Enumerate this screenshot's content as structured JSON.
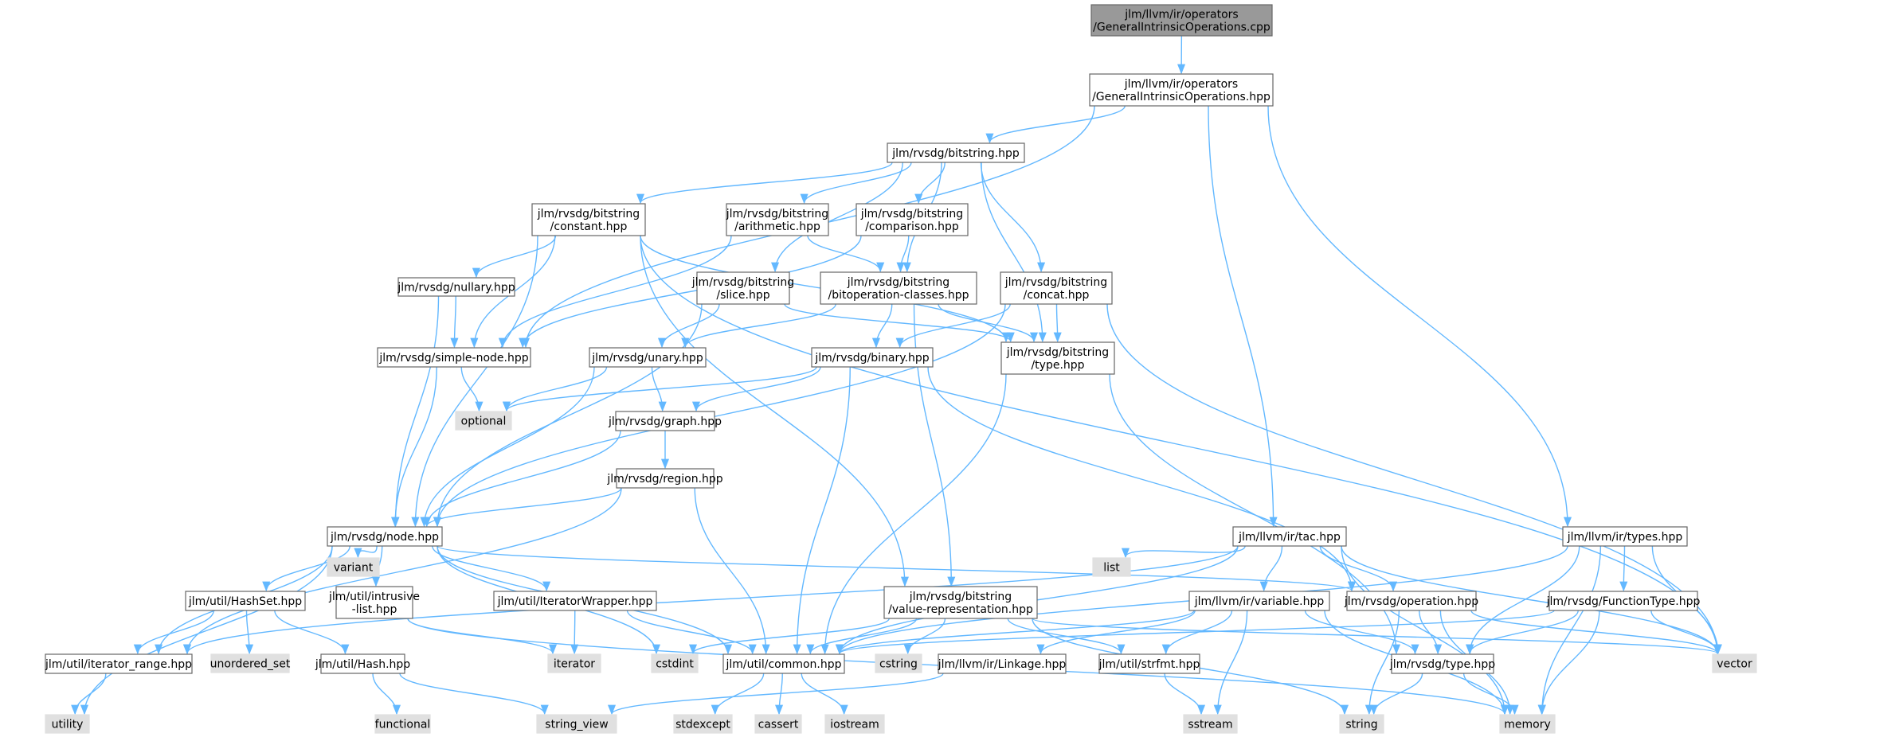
{
  "colors": {
    "edge": "#63b8ff",
    "root_fill": "#999999",
    "root_stroke": "#666666",
    "node_fill": "#ffffff",
    "node_stroke": "#666666",
    "external_fill": "#e0e0e0",
    "external_stroke": "#e0e0e0"
  },
  "nodes": [
    {
      "id": "root",
      "kind": "root",
      "lines": [
        "jlm/llvm/ir/operators",
        "/GeneralIntrinsicOperations.cpp"
      ]
    },
    {
      "id": "gio_hpp",
      "kind": "file",
      "lines": [
        "jlm/llvm/ir/operators",
        "/GeneralIntrinsicOperations.hpp"
      ]
    },
    {
      "id": "bitstring",
      "kind": "file",
      "lines": [
        "jlm/rvsdg/bitstring.hpp"
      ]
    },
    {
      "id": "bs_constant",
      "kind": "file",
      "lines": [
        "jlm/rvsdg/bitstring",
        "/constant.hpp"
      ]
    },
    {
      "id": "bs_arith",
      "kind": "file",
      "lines": [
        "jlm/rvsdg/bitstring",
        "/arithmetic.hpp"
      ]
    },
    {
      "id": "bs_comp",
      "kind": "file",
      "lines": [
        "jlm/rvsdg/bitstring",
        "/comparison.hpp"
      ]
    },
    {
      "id": "nullary",
      "kind": "file",
      "lines": [
        "jlm/rvsdg/nullary.hpp"
      ]
    },
    {
      "id": "bs_slice",
      "kind": "file",
      "lines": [
        "jlm/rvsdg/bitstring",
        "/slice.hpp"
      ]
    },
    {
      "id": "bs_bitop",
      "kind": "file",
      "lines": [
        "jlm/rvsdg/bitstring",
        "/bitoperation-classes.hpp"
      ]
    },
    {
      "id": "bs_concat",
      "kind": "file",
      "lines": [
        "jlm/rvsdg/bitstring",
        "/concat.hpp"
      ]
    },
    {
      "id": "simple_node",
      "kind": "file",
      "lines": [
        "jlm/rvsdg/simple-node.hpp"
      ]
    },
    {
      "id": "unary",
      "kind": "file",
      "lines": [
        "jlm/rvsdg/unary.hpp"
      ]
    },
    {
      "id": "binary",
      "kind": "file",
      "lines": [
        "jlm/rvsdg/binary.hpp"
      ]
    },
    {
      "id": "bs_type",
      "kind": "file",
      "lines": [
        "jlm/rvsdg/bitstring",
        "/type.hpp"
      ]
    },
    {
      "id": "optional",
      "kind": "external",
      "lines": [
        "optional"
      ]
    },
    {
      "id": "graph",
      "kind": "file",
      "lines": [
        "jlm/rvsdg/graph.hpp"
      ]
    },
    {
      "id": "region",
      "kind": "file",
      "lines": [
        "jlm/rvsdg/region.hpp"
      ]
    },
    {
      "id": "node",
      "kind": "file",
      "lines": [
        "jlm/rvsdg/node.hpp"
      ]
    },
    {
      "id": "tac",
      "kind": "file",
      "lines": [
        "jlm/llvm/ir/tac.hpp"
      ]
    },
    {
      "id": "types",
      "kind": "file",
      "lines": [
        "jlm/llvm/ir/types.hpp"
      ]
    },
    {
      "id": "variant",
      "kind": "external",
      "lines": [
        "variant"
      ]
    },
    {
      "id": "list",
      "kind": "external",
      "lines": [
        "list"
      ]
    },
    {
      "id": "hashset",
      "kind": "file",
      "lines": [
        "jlm/util/HashSet.hpp"
      ]
    },
    {
      "id": "intrusive",
      "kind": "file",
      "lines": [
        "jlm/util/intrusive",
        "-list.hpp"
      ]
    },
    {
      "id": "iterwrap",
      "kind": "file",
      "lines": [
        "jlm/util/IteratorWrapper.hpp"
      ]
    },
    {
      "id": "bs_valrep",
      "kind": "file",
      "lines": [
        "jlm/rvsdg/bitstring",
        "/value-representation.hpp"
      ]
    },
    {
      "id": "variable",
      "kind": "file",
      "lines": [
        "jlm/llvm/ir/variable.hpp"
      ]
    },
    {
      "id": "operation",
      "kind": "file",
      "lines": [
        "jlm/rvsdg/operation.hpp"
      ]
    },
    {
      "id": "functype",
      "kind": "file",
      "lines": [
        "jlm/rvsdg/FunctionType.hpp"
      ]
    },
    {
      "id": "iter_range",
      "kind": "file",
      "lines": [
        "jlm/util/iterator_range.hpp"
      ]
    },
    {
      "id": "unordered_set",
      "kind": "external",
      "lines": [
        "unordered_set"
      ]
    },
    {
      "id": "hash",
      "kind": "file",
      "lines": [
        "jlm/util/Hash.hpp"
      ]
    },
    {
      "id": "iterator",
      "kind": "external",
      "lines": [
        "iterator"
      ]
    },
    {
      "id": "cstdint",
      "kind": "external",
      "lines": [
        "cstdint"
      ]
    },
    {
      "id": "common",
      "kind": "file",
      "lines": [
        "jlm/util/common.hpp"
      ]
    },
    {
      "id": "cstring",
      "kind": "external",
      "lines": [
        "cstring"
      ]
    },
    {
      "id": "linkage",
      "kind": "file",
      "lines": [
        "jlm/llvm/ir/Linkage.hpp"
      ]
    },
    {
      "id": "strfmt",
      "kind": "file",
      "lines": [
        "jlm/util/strfmt.hpp"
      ]
    },
    {
      "id": "rvsdg_type",
      "kind": "file",
      "lines": [
        "jlm/rvsdg/type.hpp"
      ]
    },
    {
      "id": "vector",
      "kind": "external",
      "lines": [
        "vector"
      ]
    },
    {
      "id": "utility",
      "kind": "external",
      "lines": [
        "utility"
      ]
    },
    {
      "id": "functional",
      "kind": "external",
      "lines": [
        "functional"
      ]
    },
    {
      "id": "string_view",
      "kind": "external",
      "lines": [
        "string_view"
      ]
    },
    {
      "id": "stdexcept",
      "kind": "external",
      "lines": [
        "stdexcept"
      ]
    },
    {
      "id": "cassert",
      "kind": "external",
      "lines": [
        "cassert"
      ]
    },
    {
      "id": "iostream",
      "kind": "external",
      "lines": [
        "iostream"
      ]
    },
    {
      "id": "sstream",
      "kind": "external",
      "lines": [
        "sstream"
      ]
    },
    {
      "id": "string",
      "kind": "external",
      "lines": [
        "string"
      ]
    },
    {
      "id": "memory",
      "kind": "external",
      "lines": [
        "memory"
      ]
    }
  ],
  "edges": [
    [
      "root",
      "gio_hpp"
    ],
    [
      "gio_hpp",
      "bitstring"
    ],
    [
      "gio_hpp",
      "simple_node"
    ],
    [
      "gio_hpp",
      "tac"
    ],
    [
      "gio_hpp",
      "types"
    ],
    [
      "bitstring",
      "bs_constant"
    ],
    [
      "bitstring",
      "bs_arith"
    ],
    [
      "bitstring",
      "bs_comp"
    ],
    [
      "bitstring",
      "bs_slice"
    ],
    [
      "bitstring",
      "bs_bitop"
    ],
    [
      "bitstring",
      "bs_concat"
    ],
    [
      "bitstring",
      "bs_type"
    ],
    [
      "bs_constant",
      "nullary"
    ],
    [
      "bs_constant",
      "simple_node"
    ],
    [
      "bs_constant",
      "node"
    ],
    [
      "bs_constant",
      "bs_type"
    ],
    [
      "bs_constant",
      "bs_valrep"
    ],
    [
      "bs_constant",
      "vector"
    ],
    [
      "bs_arith",
      "simple_node"
    ],
    [
      "bs_arith",
      "bs_bitop"
    ],
    [
      "bs_comp",
      "simple_node"
    ],
    [
      "bs_comp",
      "bs_bitop"
    ],
    [
      "nullary",
      "simple_node"
    ],
    [
      "nullary",
      "node"
    ],
    [
      "bs_slice",
      "unary"
    ],
    [
      "bs_slice",
      "bs_type"
    ],
    [
      "bs_slice",
      "node"
    ],
    [
      "bs_bitop",
      "unary"
    ],
    [
      "bs_bitop",
      "binary"
    ],
    [
      "bs_bitop",
      "bs_type"
    ],
    [
      "bs_bitop",
      "bs_valrep"
    ],
    [
      "bs_concat",
      "binary"
    ],
    [
      "bs_concat",
      "bs_type"
    ],
    [
      "bs_concat",
      "node"
    ],
    [
      "bs_concat",
      "vector"
    ],
    [
      "simple_node",
      "optional"
    ],
    [
      "simple_node",
      "node"
    ],
    [
      "unary",
      "optional"
    ],
    [
      "unary",
      "graph"
    ],
    [
      "unary",
      "node"
    ],
    [
      "binary",
      "optional"
    ],
    [
      "binary",
      "graph"
    ],
    [
      "binary",
      "operation"
    ],
    [
      "binary",
      "common"
    ],
    [
      "bs_type",
      "common"
    ],
    [
      "bs_type",
      "rvsdg_type"
    ],
    [
      "graph",
      "region"
    ],
    [
      "graph",
      "node"
    ],
    [
      "region",
      "node"
    ],
    [
      "region",
      "iter_range"
    ],
    [
      "region",
      "common"
    ],
    [
      "node",
      "variant"
    ],
    [
      "node",
      "hashset"
    ],
    [
      "node",
      "intrusive"
    ],
    [
      "node",
      "iterwrap"
    ],
    [
      "node",
      "iter_range"
    ],
    [
      "node",
      "operation"
    ],
    [
      "node",
      "common"
    ],
    [
      "node",
      "cstdint"
    ],
    [
      "node",
      "utility"
    ],
    [
      "tac",
      "list"
    ],
    [
      "tac",
      "variable"
    ],
    [
      "tac",
      "operation"
    ],
    [
      "tac",
      "common"
    ],
    [
      "tac",
      "vector"
    ],
    [
      "tac",
      "memory"
    ],
    [
      "tac",
      "iter_range"
    ],
    [
      "types",
      "functype"
    ],
    [
      "types",
      "rvsdg_type"
    ],
    [
      "types",
      "common"
    ],
    [
      "types",
      "vector"
    ],
    [
      "types",
      "memory"
    ],
    [
      "hashset",
      "iter_range"
    ],
    [
      "hashset",
      "unordered_set"
    ],
    [
      "hashset",
      "hash"
    ],
    [
      "intrusive",
      "iterator"
    ],
    [
      "intrusive",
      "memory"
    ],
    [
      "iterwrap",
      "iterator"
    ],
    [
      "iterwrap",
      "common"
    ],
    [
      "bs_valrep",
      "cstdint"
    ],
    [
      "bs_valrep",
      "common"
    ],
    [
      "bs_valrep",
      "cstring"
    ],
    [
      "bs_valrep",
      "strfmt"
    ],
    [
      "bs_valrep",
      "string"
    ],
    [
      "bs_valrep",
      "vector"
    ],
    [
      "variable",
      "linkage"
    ],
    [
      "variable",
      "strfmt"
    ],
    [
      "variable",
      "rvsdg_type"
    ],
    [
      "variable",
      "sstream"
    ],
    [
      "variable",
      "memory"
    ],
    [
      "variable",
      "common"
    ],
    [
      "operation",
      "rvsdg_type"
    ],
    [
      "operation",
      "string"
    ],
    [
      "operation",
      "memory"
    ],
    [
      "operation",
      "vector"
    ],
    [
      "functype",
      "rvsdg_type"
    ],
    [
      "functype",
      "vector"
    ],
    [
      "functype",
      "memory"
    ],
    [
      "functype",
      "common"
    ],
    [
      "iter_range",
      "utility"
    ],
    [
      "hash",
      "functional"
    ],
    [
      "hash",
      "string_view"
    ],
    [
      "common",
      "stdexcept"
    ],
    [
      "common",
      "cassert"
    ],
    [
      "common",
      "iostream"
    ],
    [
      "linkage",
      "string_view"
    ],
    [
      "strfmt",
      "sstream"
    ],
    [
      "rvsdg_type",
      "string"
    ],
    [
      "rvsdg_type",
      "memory"
    ]
  ]
}
